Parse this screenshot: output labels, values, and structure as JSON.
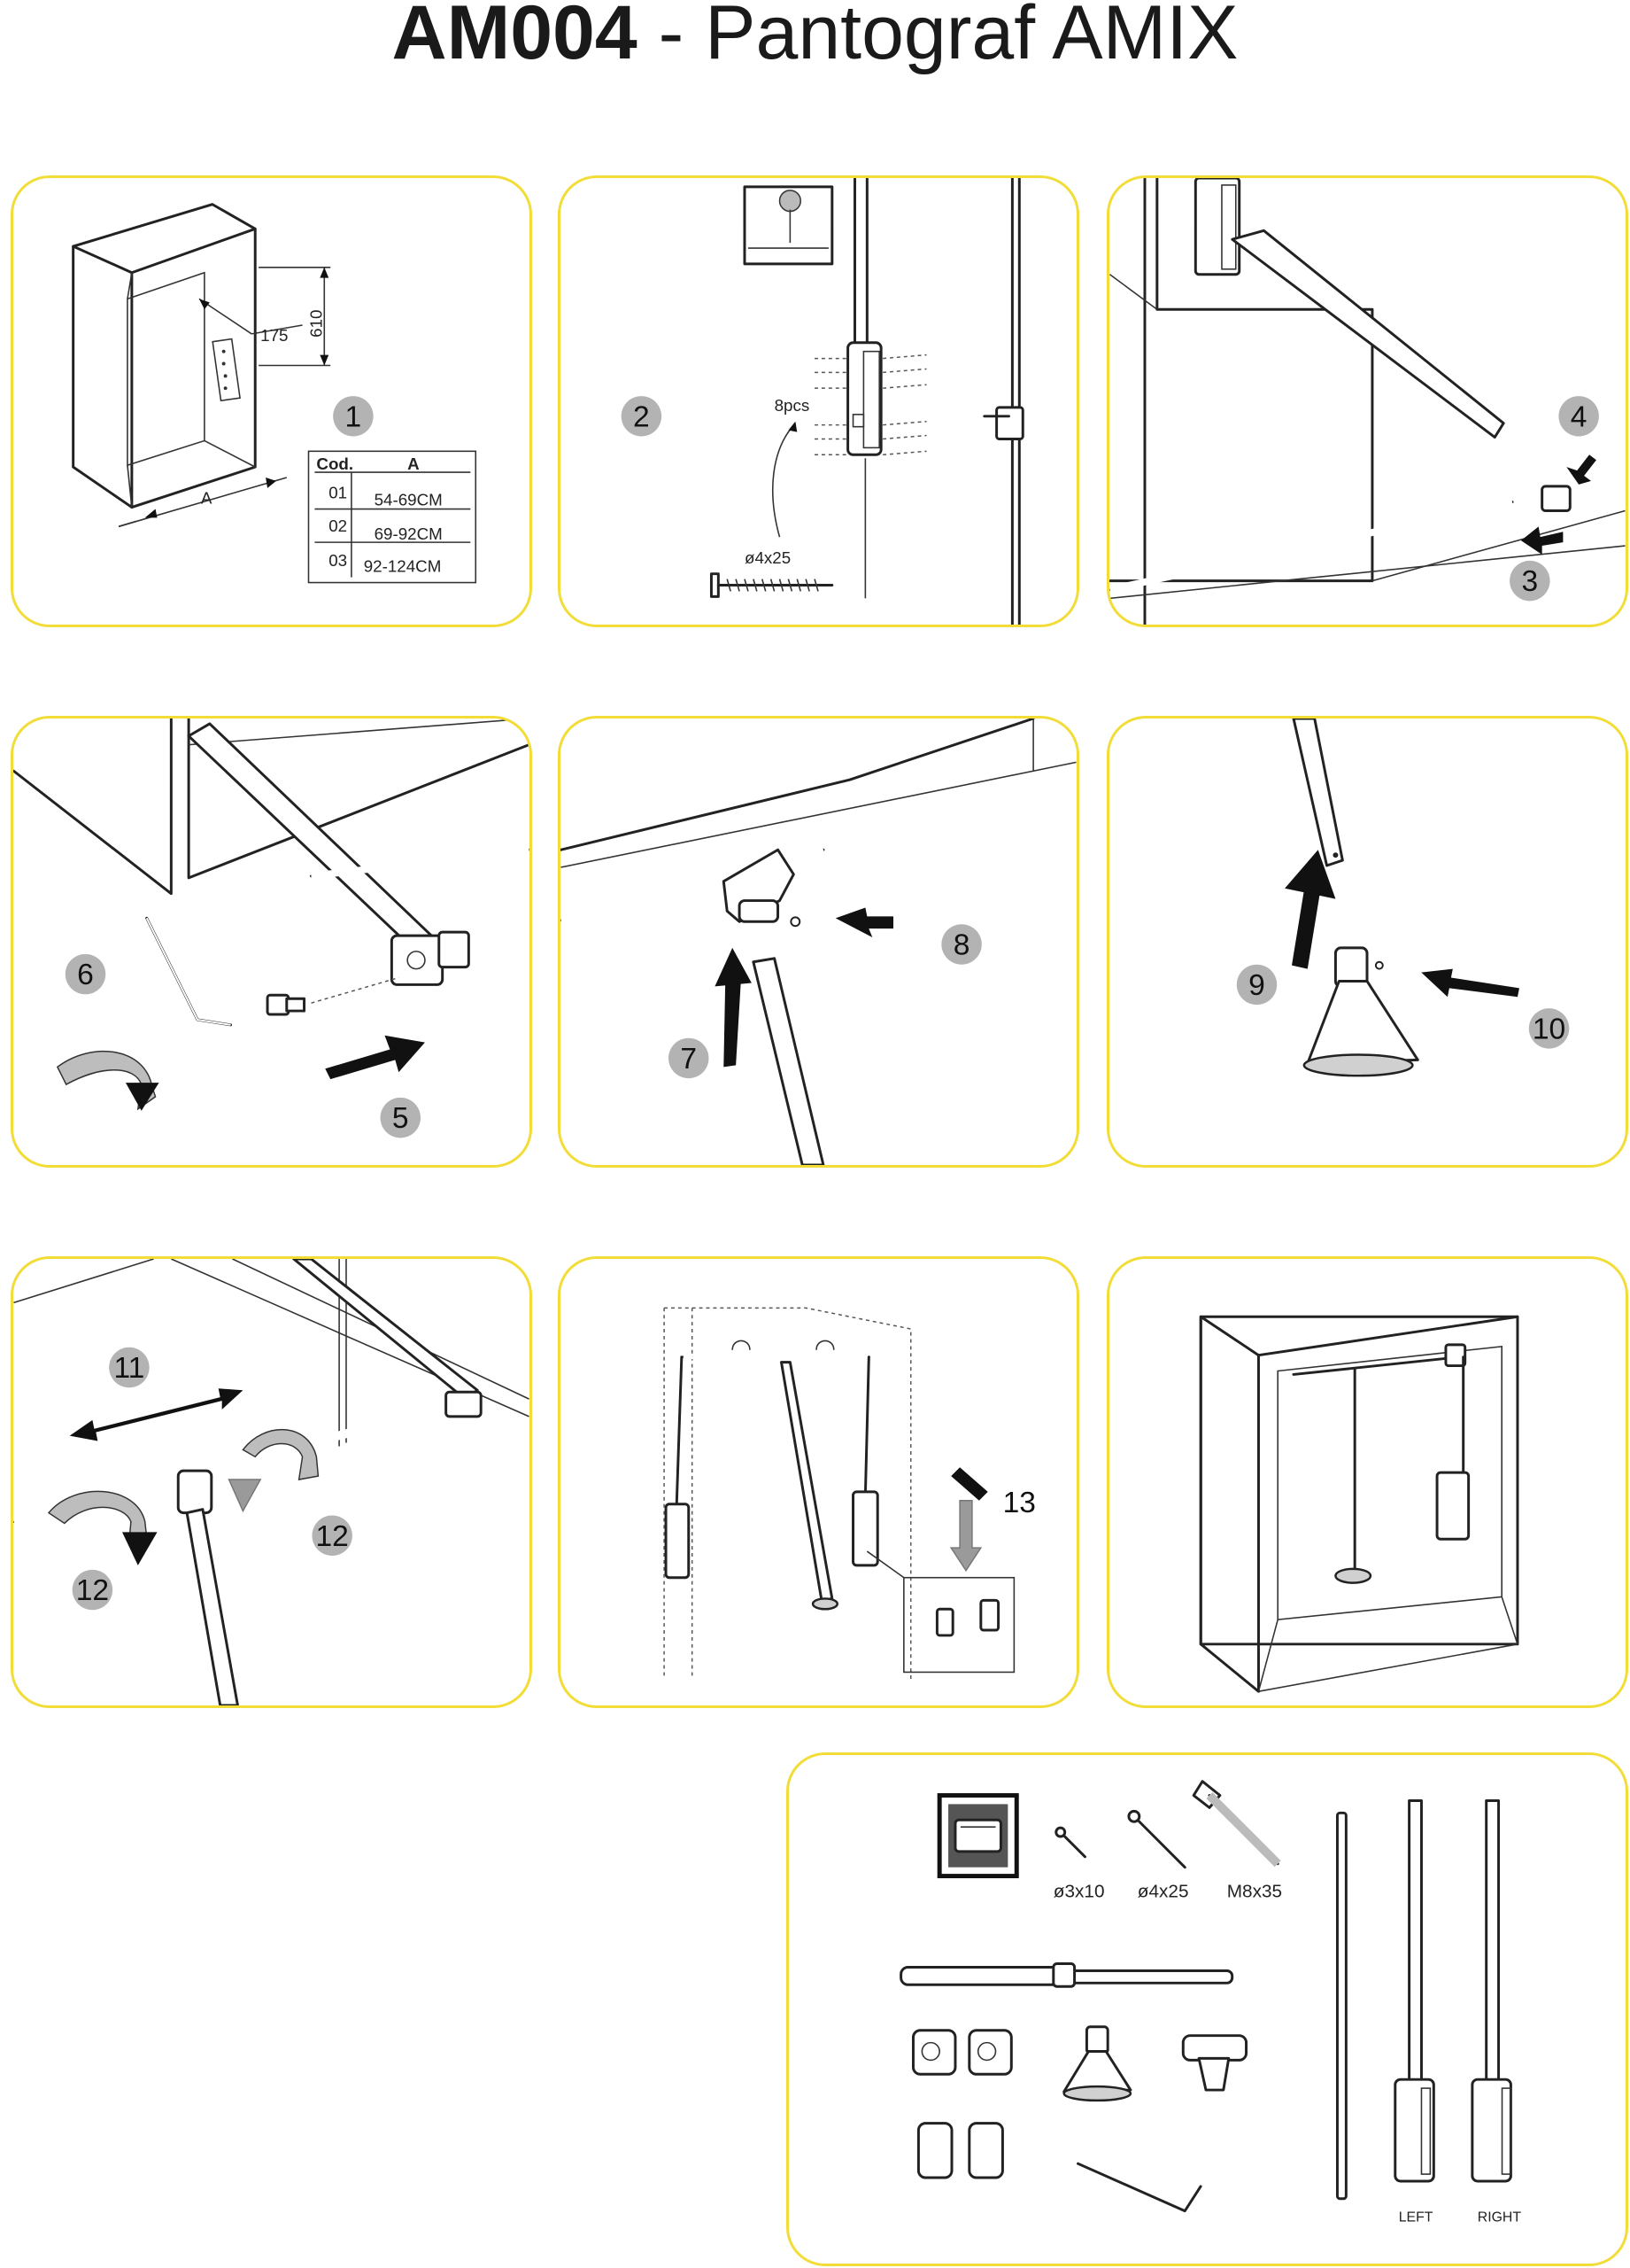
{
  "title": {
    "code": "AM004",
    "separator": " - ",
    "name": "Pantograf AMIX"
  },
  "steps": {
    "s1": "1",
    "s2": "2",
    "s3": "3",
    "s4": "4",
    "s5": "5",
    "s6": "6",
    "s7": "7",
    "s8": "8",
    "s9": "9",
    "s10": "10",
    "s11": "11",
    "s12a": "12",
    "s12b": "12",
    "s13": "13"
  },
  "panel1": {
    "dim_height": "610",
    "dim_depth": "175",
    "dim_width": "A",
    "table": {
      "headers": [
        "Cod.",
        "A"
      ],
      "rows": [
        {
          "code": "01",
          "value": "54-69CM"
        },
        {
          "code": "02",
          "value": "69-92CM"
        },
        {
          "code": "03",
          "value": "92-124CM"
        }
      ]
    }
  },
  "panel2": {
    "qty_label": "8pcs",
    "screw_label": "ø4x25"
  },
  "parts": {
    "screw_small": "ø3x10",
    "screw_medium": "ø4x25",
    "bolt": "M8x35",
    "left_label": "LEFT",
    "right_label": "RIGHT"
  }
}
